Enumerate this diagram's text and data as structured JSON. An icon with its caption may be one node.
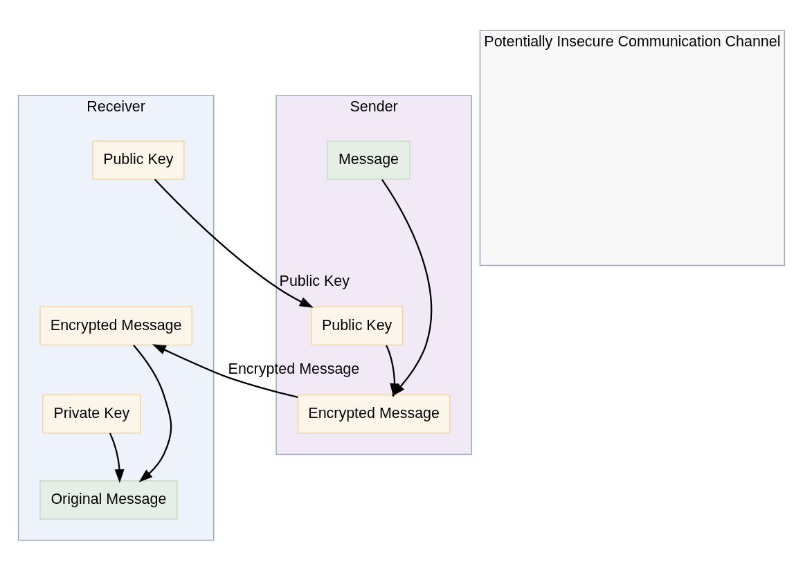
{
  "diagram": {
    "nodes": [
      {
        "text": [
          "Receiver"
        ]
      },
      {
        "text": [
          "Potentially Insecure Communication Channel"
        ]
      },
      {
        "text": [
          "Sender"
        ]
      },
      {
        "text": [
          "Message"
        ],
        "in": 2
      },
      {
        "text": [
          "Public Key"
        ],
        "in": 0
      },
      {
        "text": [
          "Public Key"
        ],
        "in": 2
      },
      {
        "text": [
          "Encrypted Message"
        ],
        "in": 0
      },
      {
        "text": [
          "Encrypted Message"
        ],
        "in": 2
      },
      {
        "text": [
          "Private Key"
        ],
        "in": 0
      },
      {
        "text": [
          "Original Message"
        ],
        "in": 0
      }
    ],
    "edges": [
      {
        "from": 4,
        "to": 5,
        "arrow": "to",
        "label": "Public Key"
      },
      {
        "from": 3,
        "to": 7,
        "arrow": "to"
      },
      {
        "from": 5,
        "to": 7,
        "arrow": "to"
      },
      {
        "from": 7,
        "to": 6,
        "arrow": "to",
        "label": "Encrypted Message"
      },
      {
        "from": 6,
        "to": 9,
        "arrow": "to"
      },
      {
        "from": 8,
        "to": 9,
        "arrow": "to"
      }
    ]
  }
}
